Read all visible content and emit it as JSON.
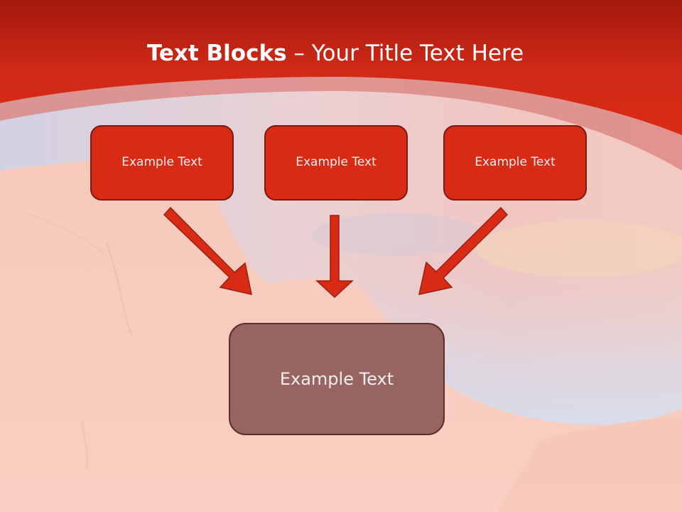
{
  "slide": {
    "title_bold": "Text Blocks",
    "title_separator": " – ",
    "title_rest": "Your Title Text Here"
  },
  "blocks": {
    "top": [
      {
        "label": "Example Text"
      },
      {
        "label": "Example Text"
      },
      {
        "label": "Example Text"
      }
    ],
    "bottom": {
      "label": "Example Text"
    }
  },
  "colors": {
    "header_red": "#d42a16",
    "header_dark": "#a51a0e",
    "block_fill": "#d72b16",
    "block_border": "#7b1a0e",
    "target_fill": "#986462",
    "target_border": "#5a2f2d",
    "arrow_fill": "#d72b16",
    "arrow_border": "#9c1e10"
  }
}
